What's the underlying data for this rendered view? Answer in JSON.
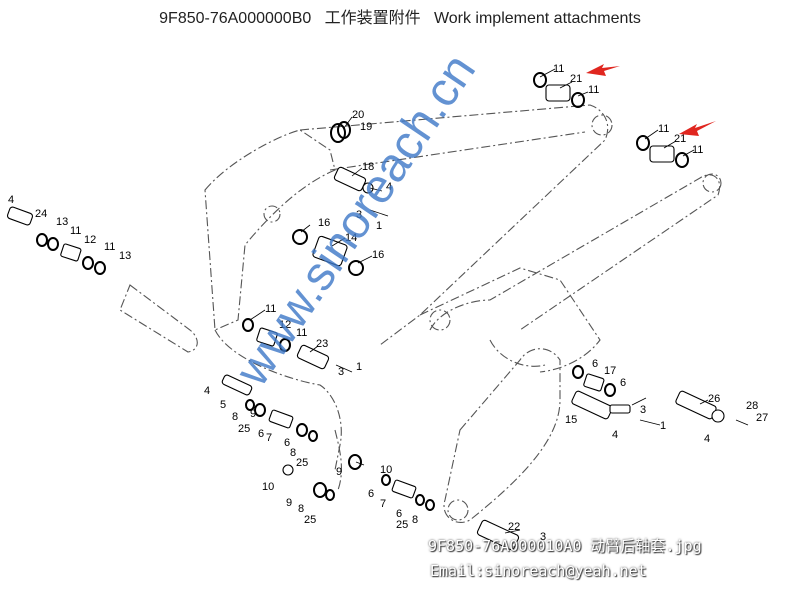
{
  "title": "9F850-76A000000B0   工作装置附件   Work implement attachments",
  "watermark": "www.sinoreach.cn",
  "footer": {
    "filename": "9F850-76A000010A0 动臂后轴套.jpg",
    "email": "Email:sinoreach@yeah.net"
  },
  "callouts": {
    "c11a": "11",
    "c21a": "21",
    "c11b": "11",
    "c11c": "11",
    "c21b": "21",
    "c11d": "11",
    "c20": "20",
    "c19": "19",
    "c18": "18",
    "c4a": "4",
    "c3a": "3",
    "c1a": "1",
    "c16a": "16",
    "c14": "14",
    "c16b": "16",
    "c4b": "4",
    "c24": "24",
    "c13a": "13",
    "c11e": "11",
    "c12a": "12",
    "c11f": "11",
    "c13b": "13",
    "c11g": "11",
    "c12b": "12",
    "c11h": "11",
    "c23": "23",
    "c3b": "3",
    "c1b": "1",
    "c4c": "4",
    "c5": "5",
    "c8a": "8",
    "c9a": "9",
    "c25a": "25",
    "c6a": "6",
    "c7a": "7",
    "c6b": "6",
    "c8b": "8",
    "c25b": "25",
    "c9b": "9",
    "c10a": "10",
    "c10b": "10",
    "c9c": "9",
    "c8c": "8",
    "c25c": "25",
    "c6c": "6",
    "c7b": "7",
    "c6d": "6",
    "c25d": "25",
    "c8d": "8",
    "c6e": "6",
    "c17": "17",
    "c6f": "6",
    "c3c": "3",
    "c15": "15",
    "c4d": "4",
    "c1c": "1",
    "c26": "26",
    "c28": "28",
    "c27": "27",
    "c4e": "4",
    "c22": "22",
    "c3d": "3"
  },
  "colors": {
    "arrow": "#e0261f",
    "watermark": "#3d78c8"
  }
}
